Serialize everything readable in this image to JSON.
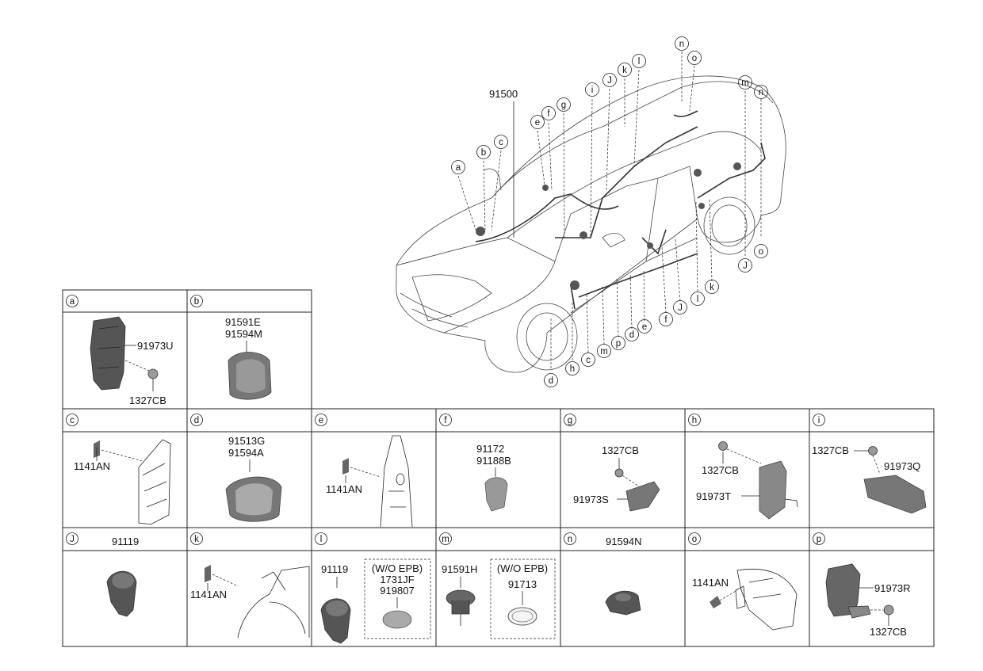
{
  "main_part": "91500",
  "callouts": {
    "car_top": [
      "a",
      "b",
      "c",
      "e",
      "f",
      "g",
      "i",
      "J",
      "k",
      "l",
      "n",
      "o",
      "m",
      "n"
    ],
    "car_right": [
      "o",
      "J",
      "l",
      "k"
    ],
    "car_bottom": [
      "h",
      "c",
      "m",
      "p",
      "d",
      "e",
      "f",
      "J",
      "d"
    ]
  },
  "cells": {
    "a": {
      "letter": "a",
      "parts": [
        "91973U",
        "1327CB"
      ]
    },
    "b": {
      "letter": "b",
      "parts": [
        "91591E",
        "91594M"
      ]
    },
    "c": {
      "letter": "c",
      "parts": [
        "1141AN"
      ]
    },
    "d": {
      "letter": "d",
      "parts": [
        "91513G",
        "91594A"
      ]
    },
    "e": {
      "letter": "e",
      "parts": [
        "1141AN"
      ]
    },
    "f": {
      "letter": "f",
      "parts": [
        "91172",
        "91188B"
      ]
    },
    "g": {
      "letter": "g",
      "parts": [
        "1327CB",
        "91973S"
      ]
    },
    "h": {
      "letter": "h",
      "parts": [
        "1327CB",
        "91973T"
      ]
    },
    "i": {
      "letter": "i",
      "parts": [
        "1327CB",
        "91973Q"
      ]
    },
    "J": {
      "letter": "J",
      "parts": [
        "91119"
      ]
    },
    "k": {
      "letter": "k",
      "parts": [
        "1141AN"
      ]
    },
    "l": {
      "letter": "l",
      "parts": [
        "91119"
      ],
      "option": "(W/O EPB)",
      "option_parts": [
        "1731JF",
        "919807"
      ]
    },
    "m": {
      "letter": "m",
      "parts": [
        "91591H"
      ],
      "option": "(W/O EPB)",
      "option_parts": [
        "91713"
      ]
    },
    "n": {
      "letter": "n",
      "parts": [
        "91594N"
      ]
    },
    "o": {
      "letter": "o",
      "parts": [
        "1141AN"
      ]
    },
    "p": {
      "letter": "p",
      "parts": [
        "91973R",
        "1327CB"
      ]
    }
  },
  "colors": {
    "line": "#222222",
    "part_fill": "#666666",
    "part_light": "#aaaaaa"
  }
}
